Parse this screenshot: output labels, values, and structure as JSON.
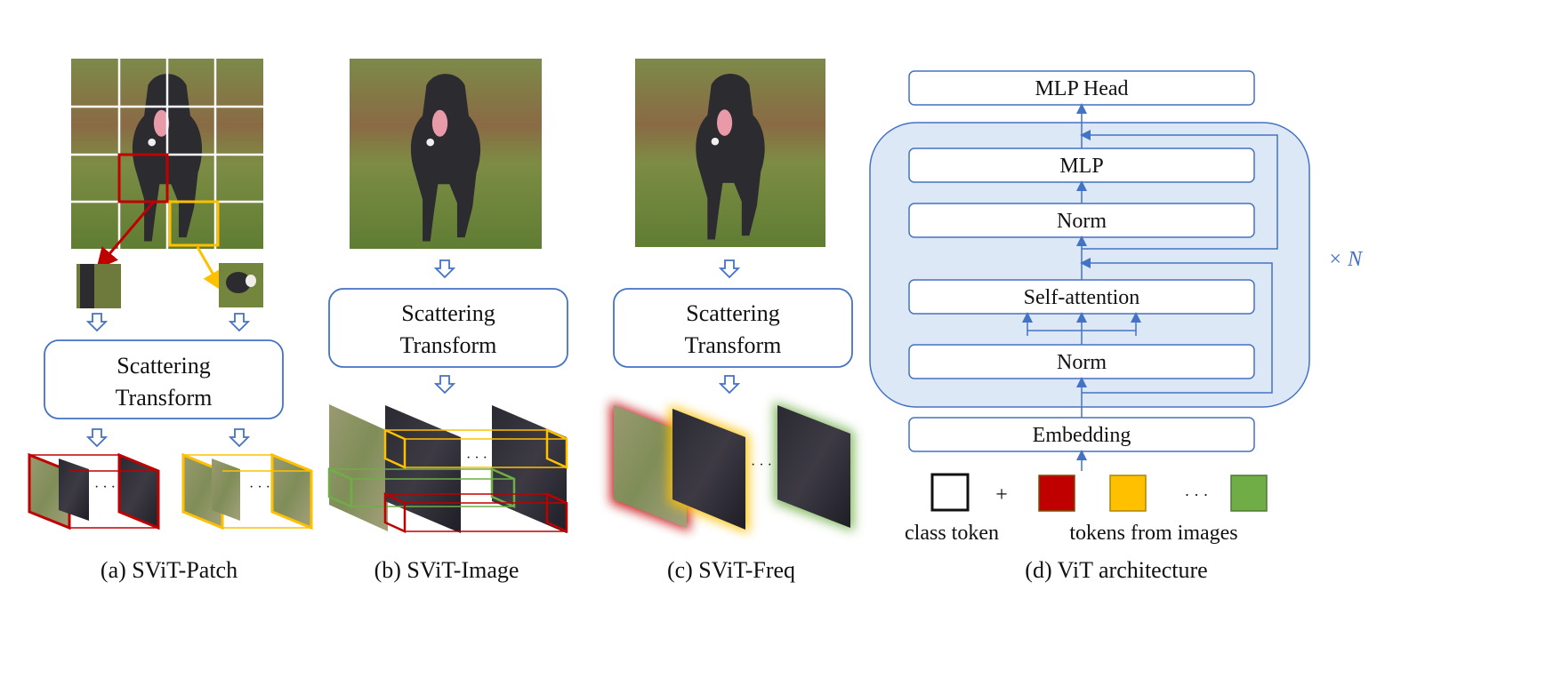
{
  "colors": {
    "accent_blue": "#4472c4",
    "panel_fill": "#dce8f5",
    "red": "#c00000",
    "yellow": "#ffc000",
    "green": "#70ad47",
    "grass": "#6f8a3e",
    "dirt": "#8a6a45",
    "dog": "#2b2b30"
  },
  "panels": {
    "a": {
      "caption": "(a) SViT-Patch",
      "transform_label_1": "Scattering",
      "transform_label_2": "Transform",
      "dots_1": "· · ·",
      "dots_2": "· · ·"
    },
    "b": {
      "caption": "(b) SViT-Image",
      "transform_label_1": "Scattering",
      "transform_label_2": "Transform",
      "dots": "· · ·"
    },
    "c": {
      "caption": "(c) SViT-Freq",
      "transform_label_1": "Scattering",
      "transform_label_2": "Transform",
      "dots": "· · ·"
    },
    "d": {
      "caption": "(d) ViT architecture",
      "mlp_head": "MLP Head",
      "mlp": "MLP",
      "norm_top": "Norm",
      "self_attention": "Self-attention",
      "norm_bottom": "Norm",
      "embedding": "Embedding",
      "repeat": "× N",
      "plus": "+",
      "dots": "· · ·",
      "class_token": "class token",
      "tokens_from_images": "tokens from images"
    }
  }
}
